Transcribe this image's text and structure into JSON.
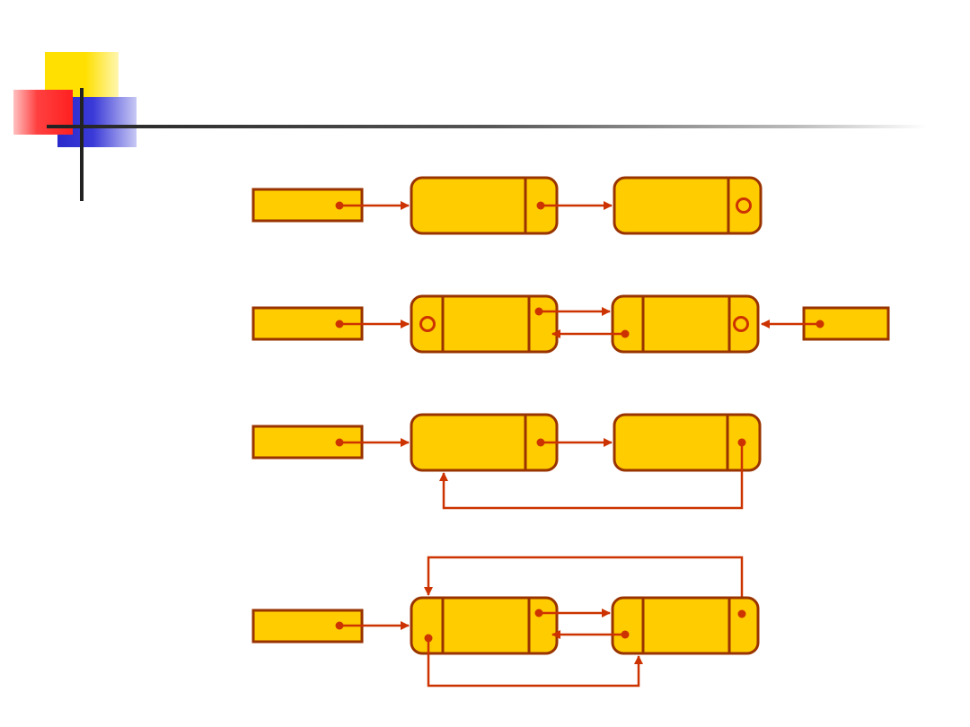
{
  "slide": {
    "title": "",
    "colors": {
      "node_fill": "#FFCC00",
      "node_stroke": "#993300",
      "link_color": "#CC3300",
      "deco_yellow": "#FFE000",
      "deco_red": "#FF2A2A",
      "deco_blue": "#2A2ACC",
      "rule": "#333333"
    }
  },
  "diagrams": [
    {
      "id": "singly-linked-list",
      "nodes": 2,
      "head_pointer": true,
      "tail_pointer": false,
      "terminator": "null-circle"
    },
    {
      "id": "doubly-linked-list",
      "nodes": 2,
      "head_pointer": true,
      "tail_pointer": true,
      "terminator": "null-circles"
    },
    {
      "id": "circular-singly-linked-list",
      "nodes": 2,
      "head_pointer": true,
      "tail_pointer": false,
      "terminator": "back-link"
    },
    {
      "id": "circular-doubly-linked-list",
      "nodes": 2,
      "head_pointer": true,
      "tail_pointer": false,
      "terminator": "wrap-links"
    }
  ]
}
